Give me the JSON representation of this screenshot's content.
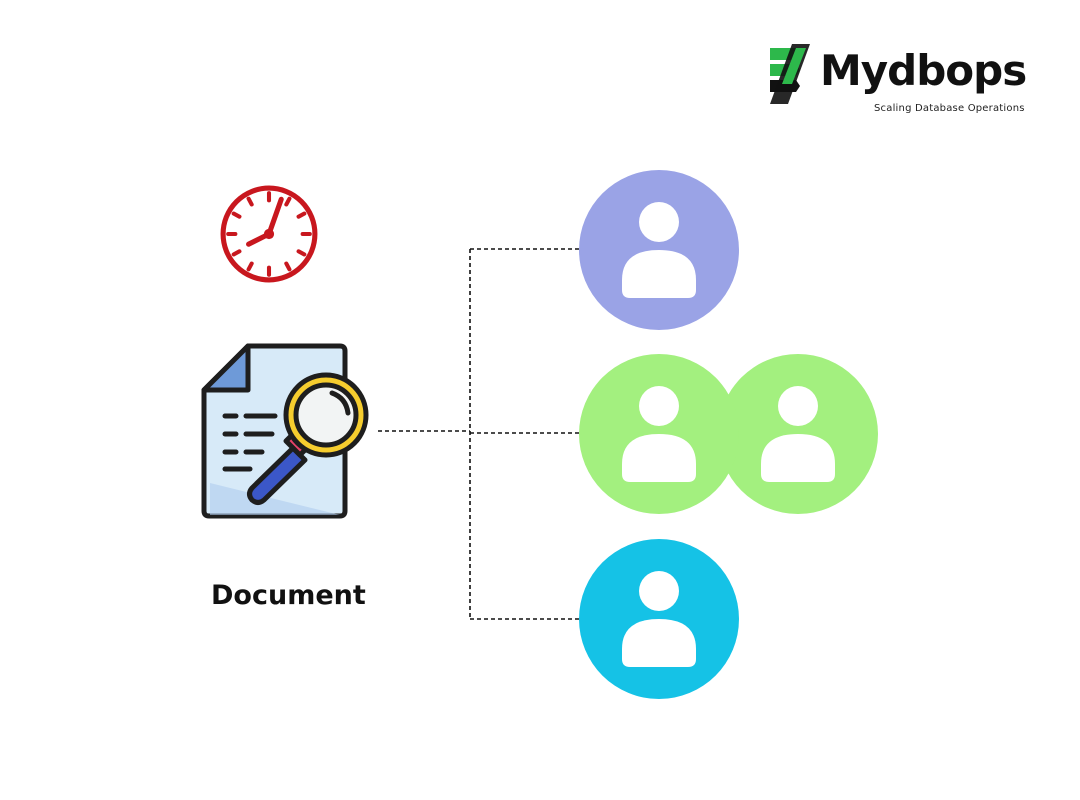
{
  "brand": {
    "name": "Mydbops",
    "tagline": "Scaling Database Operations",
    "colors": {
      "green": "#2DB84B",
      "dark": "#111111"
    }
  },
  "diagram": {
    "source_label": "Document",
    "source_icon": "document-search-icon",
    "time_icon": "clock-icon",
    "user_groups": [
      {
        "name": "user-group-1",
        "icon": "user-icon",
        "count": 1,
        "color": "#9AA3E6"
      },
      {
        "name": "user-group-2",
        "icon": "user-icon",
        "count": 2,
        "color": "#A3F07F"
      },
      {
        "name": "user-group-3",
        "icon": "user-icon",
        "count": 1,
        "color": "#15C2E6"
      }
    ]
  }
}
